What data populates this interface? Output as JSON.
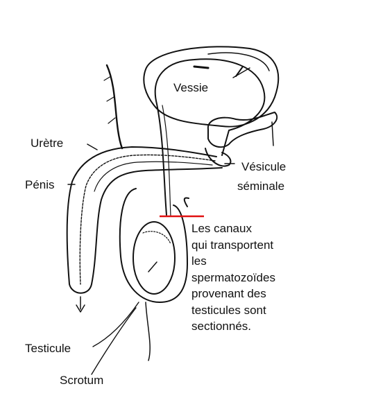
{
  "labels": {
    "vessie": "Vessie",
    "uretre": "Urètre",
    "penis": "Pénis",
    "vesicule_line1": "Vésicule",
    "vesicule_line2": "séminale",
    "testicule": "Testicule",
    "scrotum": "Scrotum"
  },
  "caption_lines": [
    "Les canaux",
    "qui transportent",
    "les",
    "spermatozoïdes",
    "provenant des",
    "testicules sont",
    "sectionnés."
  ],
  "colors": {
    "cut_line": "#e01010",
    "ink": "#111111"
  }
}
